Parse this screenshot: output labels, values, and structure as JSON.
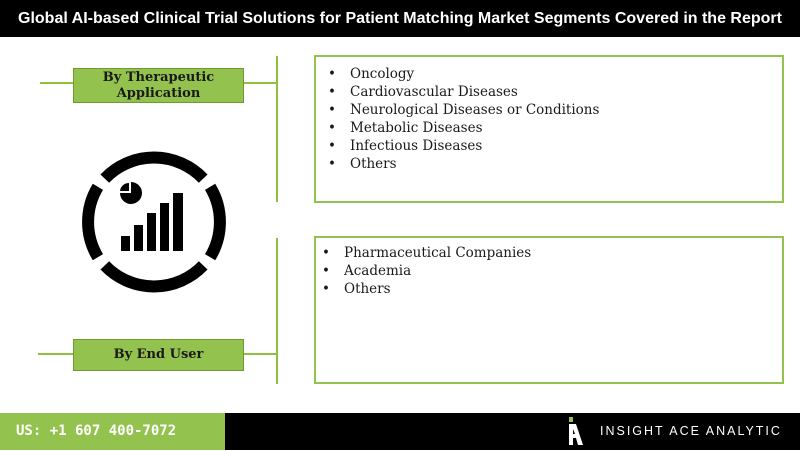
{
  "title": "Global AI-based Clinical Trial Solutions for Patient Matching Market Segments Covered in the Report",
  "segments": [
    {
      "label": "By Therapeutic Application",
      "items": [
        "Oncology",
        "Cardiovascular Diseases",
        "Neurological Diseases or Conditions",
        "Metabolic Diseases",
        "Infectious Diseases",
        "Others"
      ]
    },
    {
      "label": "By End User",
      "items": [
        "Pharmaceutical Companies",
        "Academia",
        "Others"
      ]
    }
  ],
  "bullet": "•",
  "footer": {
    "phone": "US: +1 607 400-7072",
    "brand": "INSIGHT ACE ANALYTIC"
  },
  "colors": {
    "accent_green": "#93c24e",
    "dark": "#000000",
    "text": "#1a1a1a"
  },
  "icons": {
    "center": "analytics-chart-icon",
    "brand": "insight-ace-logo-icon"
  }
}
